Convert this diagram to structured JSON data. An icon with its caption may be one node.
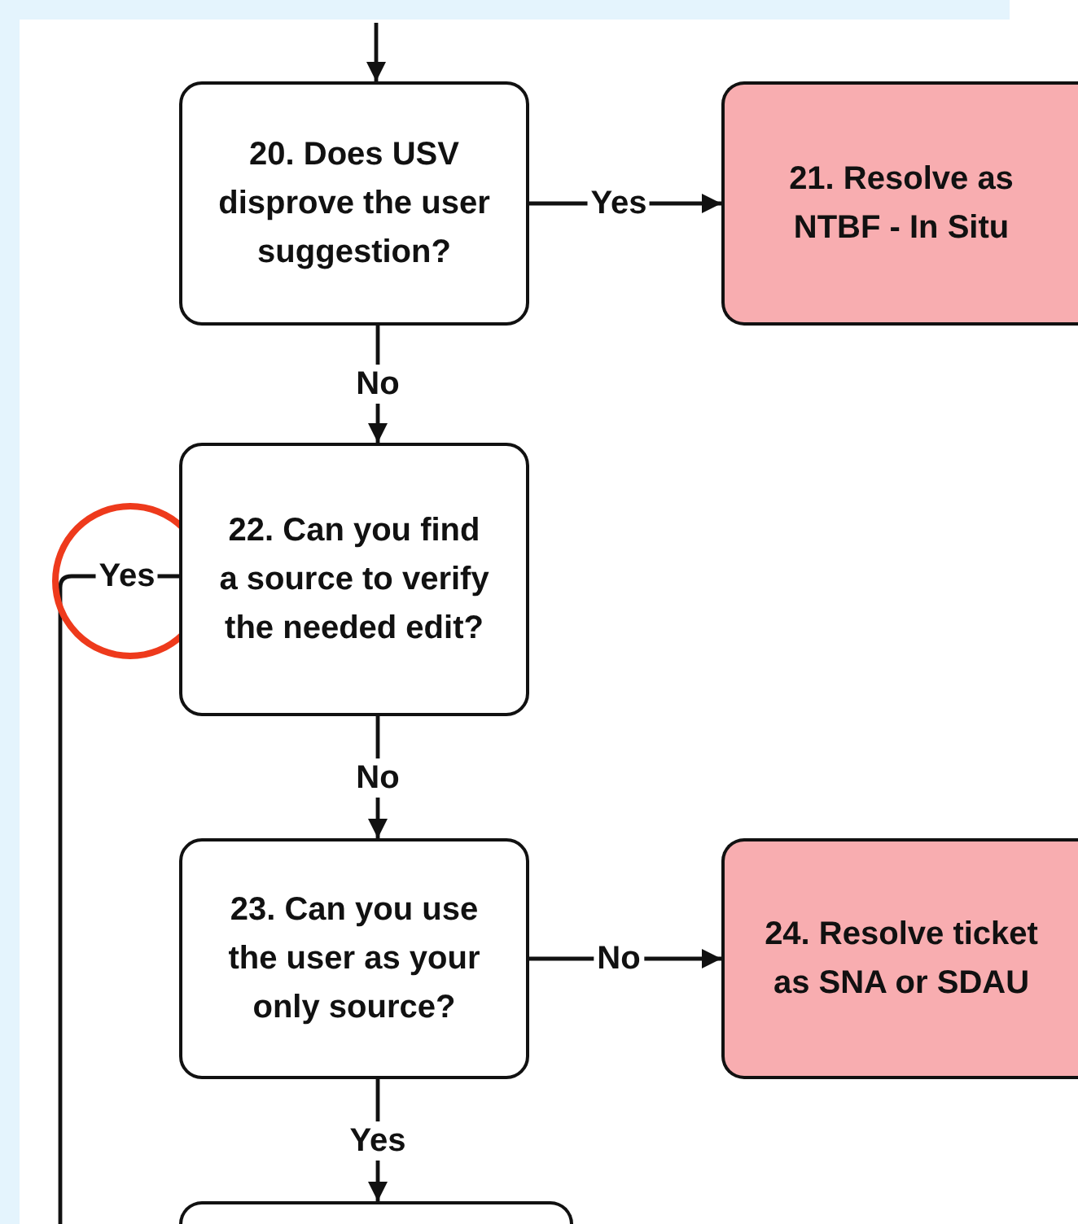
{
  "diagram": {
    "nodes": [
      {
        "text": [
          "20. Does USV disprove the user suggestion?"
        ]
      },
      {
        "text": [
          "21. Resolve as NTBF - In Situ"
        ]
      },
      {
        "text": [
          "22. Can you find a source to verify the needed edit?"
        ]
      },
      {
        "text": [
          "23. Can you use the user as your only source?"
        ]
      },
      {
        "text": [
          "24. Resolve ticket as SNA or SDAU"
        ]
      },
      {
        "text": [],
        "shape": "box"
      }
    ],
    "edges": [
      {
        "from": null,
        "to": 0,
        "arrow": "to"
      },
      {
        "from": 0,
        "to": 1,
        "arrow": "to",
        "label": "Yes"
      },
      {
        "from": 0,
        "to": 2,
        "arrow": "to",
        "label": "No"
      },
      {
        "from": 2,
        "to": null,
        "arrow": "none",
        "label": "Yes"
      },
      {
        "from": 2,
        "to": 3,
        "arrow": "to",
        "label": "No"
      },
      {
        "from": 3,
        "to": 4,
        "arrow": "to",
        "label": "No"
      },
      {
        "from": 3,
        "to": 5,
        "arrow": "to",
        "label": "Yes"
      }
    ]
  }
}
